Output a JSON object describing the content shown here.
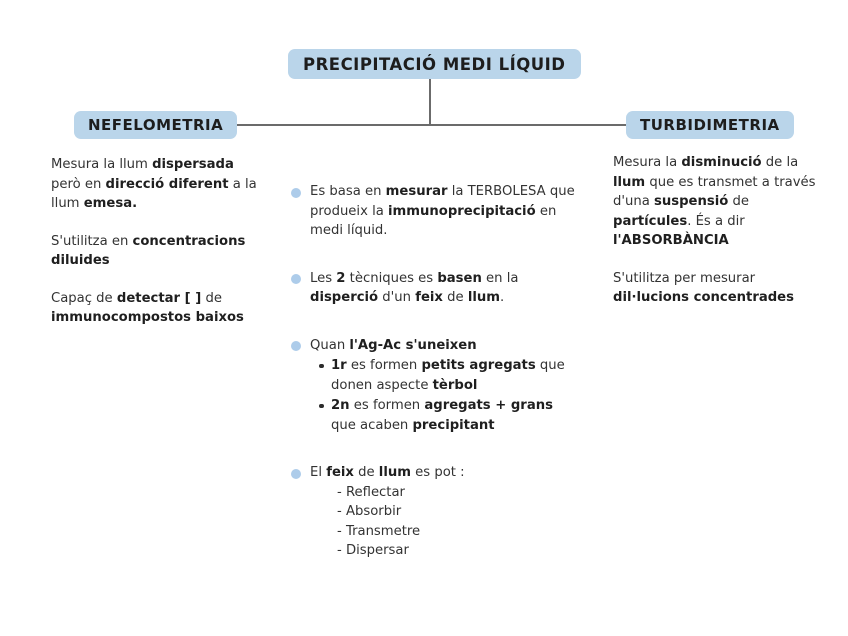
{
  "diagram": {
    "title_badge": "PRECIPITACIÓ MEDI LÍQUID",
    "left_badge": "NEFELOMETRIA",
    "right_badge": "TURBIDIMETRIA",
    "colors": {
      "badge_fill": "#bad5ea",
      "bullet": "#adccea",
      "connector": "#6b6b6b",
      "text": "#333333",
      "background": "#ffffff"
    }
  },
  "left_column": {
    "paragraphs": [
      [
        {
          "t": "Mesura la llum ",
          "b": false
        },
        {
          "t": "dispersada",
          "b": true
        },
        {
          "t": " però en ",
          "b": false
        },
        {
          "t": "direcció diferent",
          "b": true
        },
        {
          "t": " a la llum ",
          "b": false
        },
        {
          "t": "emesa.",
          "b": true
        }
      ],
      [
        {
          "t": "S'utilitza en ",
          "b": false
        },
        {
          "t": "concentracions diluides",
          "b": true
        }
      ],
      [
        {
          "t": "Capaç de ",
          "b": false
        },
        {
          "t": "detectar [ ]",
          "b": true
        },
        {
          "t": " de ",
          "b": false
        },
        {
          "t": "immunocompostos baixos",
          "b": true
        }
      ]
    ]
  },
  "right_column": {
    "paragraphs": [
      [
        {
          "t": "Mesura la ",
          "b": false
        },
        {
          "t": "disminució",
          "b": true
        },
        {
          "t": " de la ",
          "b": false
        },
        {
          "t": "llum",
          "b": true
        },
        {
          "t": " que es transmet a través d'una ",
          "b": false
        },
        {
          "t": "suspensió",
          "b": true
        },
        {
          "t": " de ",
          "b": false
        },
        {
          "t": "partícules",
          "b": true
        },
        {
          "t": ". És a dir ",
          "b": false
        },
        {
          "t": "l'ABSORBÀNCIA",
          "b": true
        }
      ],
      [
        {
          "t": "S'utilitza per mesurar ",
          "b": false
        },
        {
          "t": "dil·lucions concentrades",
          "b": true
        }
      ]
    ]
  },
  "center_column": {
    "items": [
      {
        "text": [
          {
            "t": "Es basa en ",
            "b": false
          },
          {
            "t": "mesurar",
            "b": true
          },
          {
            "t": " la TERBOLESA que produeix la ",
            "b": false
          },
          {
            "t": "immunoprecipitació",
            "b": true
          },
          {
            "t": " en medi líquid.",
            "b": false
          }
        ],
        "sub_bullets": [],
        "dashes": []
      },
      {
        "text": [
          {
            "t": "Les ",
            "b": false
          },
          {
            "t": "2",
            "b": true
          },
          {
            "t": " tècniques es ",
            "b": false
          },
          {
            "t": "basen",
            "b": true
          },
          {
            "t": " en la ",
            "b": false
          },
          {
            "t": "disperció",
            "b": true
          },
          {
            "t": " d'un ",
            "b": false
          },
          {
            "t": "feix",
            "b": true
          },
          {
            "t": " de ",
            "b": false
          },
          {
            "t": "llum",
            "b": true
          },
          {
            "t": ".",
            "b": false
          }
        ],
        "sub_bullets": [],
        "dashes": []
      },
      {
        "text": [
          {
            "t": "Quan ",
            "b": false
          },
          {
            "t": "l'Ag-Ac s'uneixen",
            "b": true
          }
        ],
        "sub_bullets": [
          [
            {
              "t": "1r",
              "b": true
            },
            {
              "t": " es formen ",
              "b": false
            },
            {
              "t": "petits agregats",
              "b": true
            },
            {
              "t": " que donen aspecte ",
              "b": false
            },
            {
              "t": "tèrbol",
              "b": true
            }
          ],
          [
            {
              "t": "2n",
              "b": true
            },
            {
              "t": " es formen ",
              "b": false
            },
            {
              "t": "agregats + grans",
              "b": true
            },
            {
              "t": " que acaben ",
              "b": false
            },
            {
              "t": "precipitant",
              "b": true
            }
          ]
        ],
        "dashes": []
      },
      {
        "text": [
          {
            "t": "El ",
            "b": false
          },
          {
            "t": "feix",
            "b": true
          },
          {
            "t": " de ",
            "b": false
          },
          {
            "t": "llum",
            "b": true
          },
          {
            "t": " es pot :",
            "b": false
          }
        ],
        "sub_bullets": [],
        "dashes": [
          "- Reflectar",
          "- Absorbir",
          "- Transmetre",
          "- Dispersar"
        ]
      }
    ]
  }
}
